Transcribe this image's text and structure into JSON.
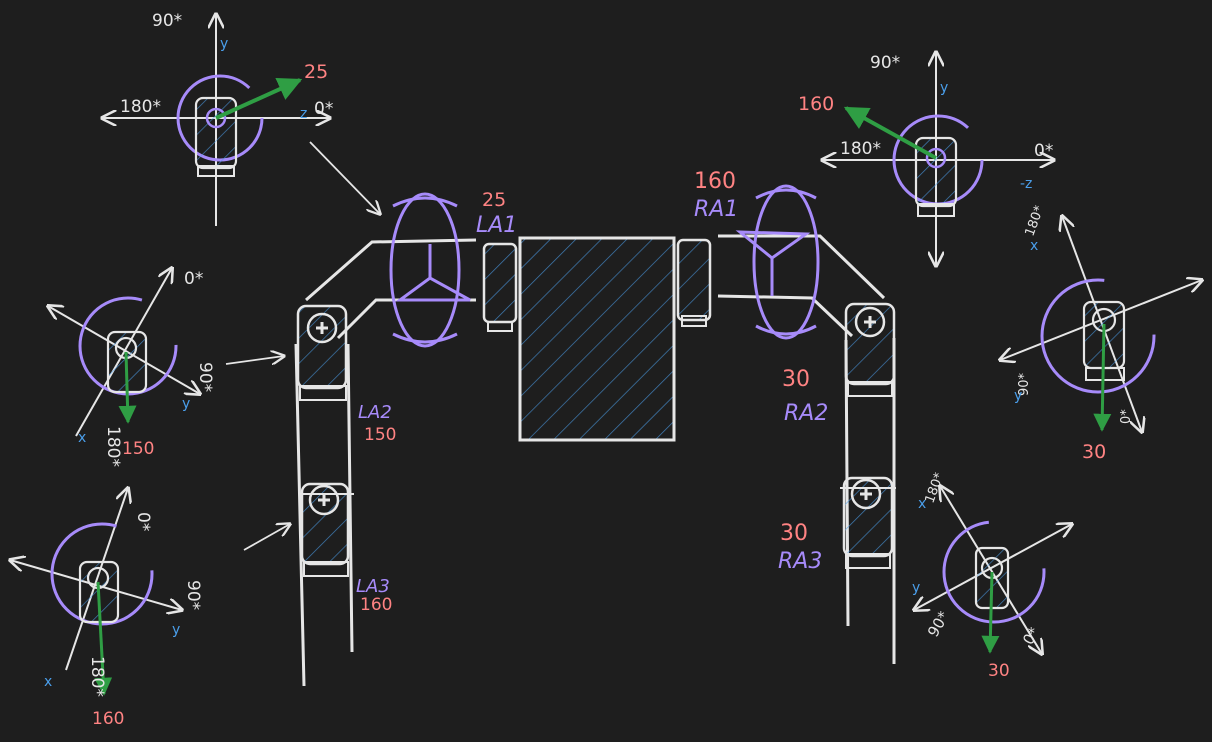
{
  "colors": {
    "background": "#1e1e1e",
    "stroke": "#e6e6e6",
    "accent_purple": "#a78bfa",
    "accent_green": "#2f9e44",
    "accent_red": "#ff8383",
    "accent_blue": "#4a9eea"
  },
  "joints": {
    "la1": {
      "name": "LA1",
      "value": "25"
    },
    "la2": {
      "name": "LA2",
      "value": "150"
    },
    "la3": {
      "name": "LA3",
      "value": "160"
    },
    "ra1": {
      "name": "RA1",
      "value": "160"
    },
    "ra2": {
      "name": "RA2",
      "value": "30"
    },
    "ra3": {
      "name": "RA3",
      "value": "30"
    }
  },
  "gizmos": {
    "top_left": {
      "deg_up": "90*",
      "deg_left": "180*",
      "deg_right": "0*",
      "axis_up": "y",
      "axis_right": "z",
      "value": "25"
    },
    "top_right": {
      "deg_up": "90*",
      "deg_left": "180*",
      "deg_right": "0*",
      "axis_up": "y",
      "axis_right": "-z",
      "value": "160"
    },
    "mid_left": {
      "deg_a": "0*",
      "deg_b": "90*",
      "deg_c": "180*",
      "axis_x": "x",
      "axis_y": "y",
      "value": "150"
    },
    "low_left": {
      "deg_a": "0*",
      "deg_b": "90*",
      "deg_c": "180*",
      "axis_x": "x",
      "axis_y": "y",
      "value": "160"
    },
    "mid_right": {
      "deg_a": "180*",
      "deg_b": "90*",
      "deg_c": "0*",
      "axis_x": "x",
      "axis_y": "y",
      "value": "30"
    },
    "low_right": {
      "deg_a": "180*",
      "deg_b": "90*",
      "deg_c": "0*",
      "axis_x": "x",
      "axis_y": "y",
      "value": "30"
    }
  }
}
